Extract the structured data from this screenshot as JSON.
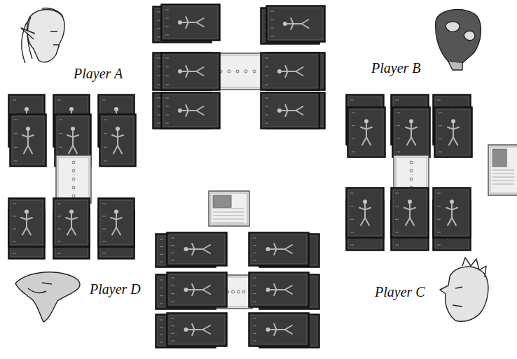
{
  "diagram": {
    "labels": [
      "Player A",
      "Player B",
      "Player D",
      "Player C"
    ]
  }
}
